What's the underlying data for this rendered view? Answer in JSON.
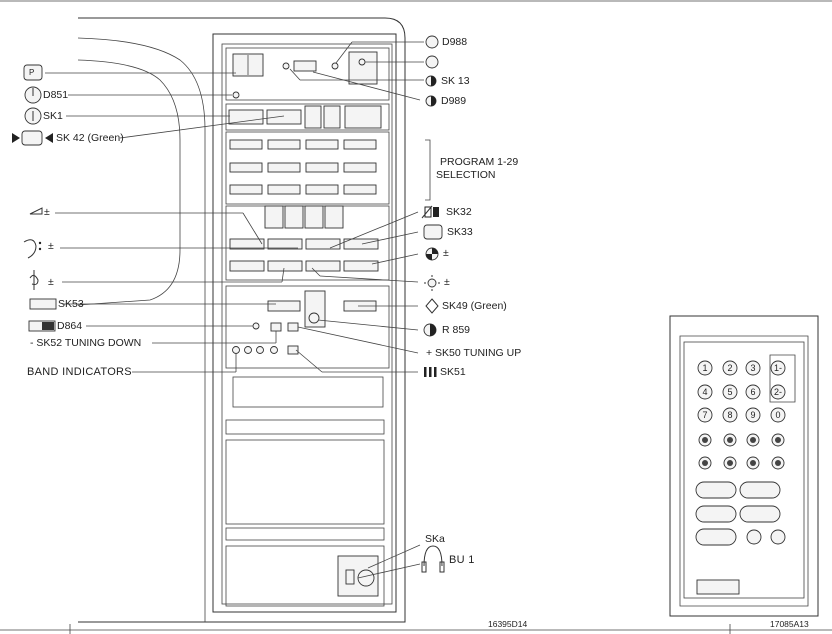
{
  "left_labels": {
    "d851": "D851",
    "sk1": "SK1",
    "sk42": "SK 42 (Green)",
    "volume_pm": "±",
    "bass_pm": "±",
    "treble_pm": "±",
    "sk53": "SK53",
    "d864": "D864",
    "sk52": "- SK52  TUNING DOWN",
    "band": "BAND INDICATORS"
  },
  "right_labels": {
    "d988": "D988",
    "sk13": "SK 13",
    "d989": "D989",
    "program_line1": "PROGRAM 1-29",
    "program_line2": "SELECTION",
    "sk32": "SK32",
    "sk33": "SK33",
    "color_pm": "±",
    "bright_pm": "±",
    "sk49": "SK49 (Green)",
    "r859": "R 859",
    "sk50": "+ SK50  TUNING UP",
    "sk51": "SK51",
    "ska": "SKa",
    "bu1": "BU 1"
  },
  "icons": {
    "p_key": "P"
  },
  "codes": {
    "main": "16395D14",
    "remote": "17085A13"
  },
  "remote": {
    "row1": [
      "1",
      "2",
      "3",
      "1-"
    ],
    "row2": [
      "4",
      "5",
      "6",
      "2-"
    ],
    "row3": [
      "7",
      "8",
      "9",
      "0"
    ]
  }
}
